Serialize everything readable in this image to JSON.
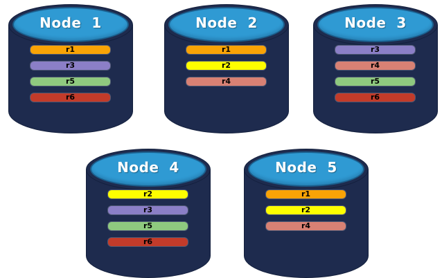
{
  "diagram": {
    "description": "Five database node cylinders each holding a set of replicated records",
    "record_color_legend": {
      "r1": "#F9A306",
      "r2": "#FEFE00",
      "r3": "#8B7FC7",
      "r4": "#D88174",
      "r5": "#8FC97F",
      "r6": "#C23B2A"
    },
    "colors": {
      "cylinder_body": "#1E2B4E",
      "cylinder_edge": "#131F3C",
      "cylinder_top": "#2F9AD3",
      "cylinder_top_edge": "#1B5E8C",
      "label_text": "#FFFFFF",
      "record_text": "#000000",
      "background": "#FFFFFF"
    },
    "nodes": [
      {
        "label": "Node  1",
        "records": [
          "r1",
          "r3",
          "r5",
          "r6"
        ]
      },
      {
        "label": "Node  2",
        "records": [
          "r1",
          "r2",
          "r4"
        ]
      },
      {
        "label": "Node  3",
        "records": [
          "r3",
          "r4",
          "r5",
          "r6"
        ]
      },
      {
        "label": "Node  4",
        "records": [
          "r2",
          "r3",
          "r5",
          "r6"
        ]
      },
      {
        "label": "Node  5",
        "records": [
          "r1",
          "r2",
          "r4"
        ]
      }
    ]
  }
}
